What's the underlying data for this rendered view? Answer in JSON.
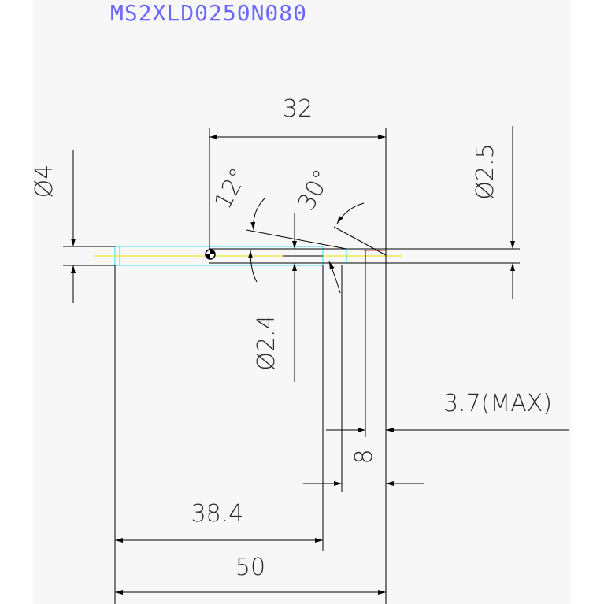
{
  "title": "MS2XLD0250N080",
  "dimensions": {
    "overall_length": "32",
    "shank_diameter": "Ø4",
    "tip_diameter": "Ø2.5",
    "neck_diameter": "Ø2.4",
    "angle_12": "12°",
    "angle_30": "30°",
    "tip_length_max": "3.7(MAX)",
    "flute_length": "8",
    "neck_length": "38.4",
    "total_length": "50"
  },
  "colors": {
    "background": "#f7f7f7",
    "dimension_line": "#000000",
    "text": "#2b2b2b",
    "title": "#6b66ff",
    "tool_outline": "#22e0ff",
    "centerline": "#e8e000",
    "tip_accent": "#ff3333"
  }
}
